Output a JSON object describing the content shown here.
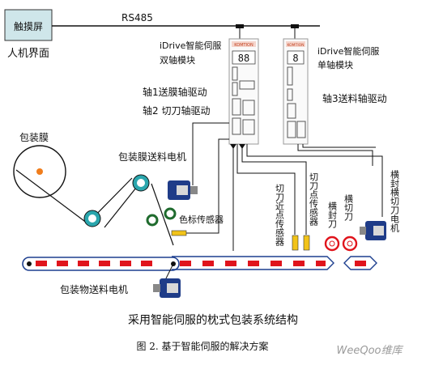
{
  "hmi": {
    "label": "触摸屏",
    "caption": "人机界面"
  },
  "bus": {
    "label": "RS485"
  },
  "servo_dual": {
    "title_line1": "iDrive智能伺服",
    "title_line2": "双轴模块",
    "axis1": "轴1送膜轴驱动",
    "axis2": "轴2 切刀轴驱动",
    "display": "88",
    "brand": "KOMTION"
  },
  "servo_single": {
    "title_line1": "iDrive智能伺服",
    "title_line2": "单轴模块",
    "axis3": "轴3送料轴驱动",
    "display": "8",
    "brand": "KOMTION"
  },
  "film": {
    "label": "包装膜"
  },
  "film_motor": {
    "label": "包装膜送料电机"
  },
  "color_sensor": {
    "label": "色标传感器"
  },
  "cutter_near_sensor": {
    "label": "切刀近点传感器"
  },
  "cutter_point_sensor": {
    "label": "切刀点传感器"
  },
  "seal_knife": {
    "label": "横封刀"
  },
  "cut_knife": {
    "label": "横切刀"
  },
  "seal_cut_motor": {
    "label": "横封横切刀电机"
  },
  "conveyor_motor": {
    "label": "包装物送料电机"
  },
  "system_caption": "采用智能伺服的枕式包装系统结构",
  "figure_caption": "图 2. 基于智能伺服的解决方案",
  "watermark": "WeeQoo维库",
  "colors": {
    "hmi_fill": "#cfe6ea",
    "product_red": "#e0141c",
    "conveyor_blue": "#1d3f8f",
    "roller_teal": "#2aa6ad",
    "idler_green": "#1f6b2e",
    "sensor_yellow": "#f2c318",
    "accent_orange": "#f07d1c"
  }
}
